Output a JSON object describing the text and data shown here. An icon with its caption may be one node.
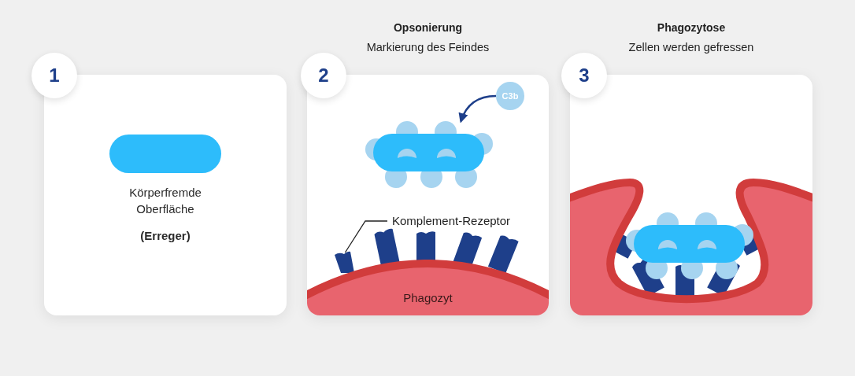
{
  "diagram": {
    "nodes": [
      {
        "text": [
          "1"
        ]
      },
      {
        "text": [
          "Körperfremde Oberfläche",
          "(Erreger)"
        ]
      },
      {
        "text": [
          "2"
        ]
      },
      {
        "text": [
          "Opsonierung",
          "Markierung des Feindes"
        ]
      },
      {
        "text": [
          "C3b"
        ],
        "in": 3
      },
      {
        "text": [],
        "shape": "picture",
        "in": 3
      },
      {
        "text": [
          "Komplement-Rezeptor"
        ],
        "in": 3
      },
      {
        "text": [],
        "shape": "bar",
        "in": 3
      },
      {
        "text": [
          "Phagozyt"
        ],
        "in": 3
      },
      {
        "text": [
          "3"
        ]
      },
      {
        "text": [
          "Phagozytose",
          "Zellen werden gefressen"
        ]
      }
    ],
    "edges": [
      {
        "from": 4,
        "to": 5,
        "arrow": "to",
        "color": "#1e3f8a"
      },
      {
        "from": 6,
        "to": 7,
        "arrow": "none",
        "color": "#222222"
      }
    ]
  }
}
